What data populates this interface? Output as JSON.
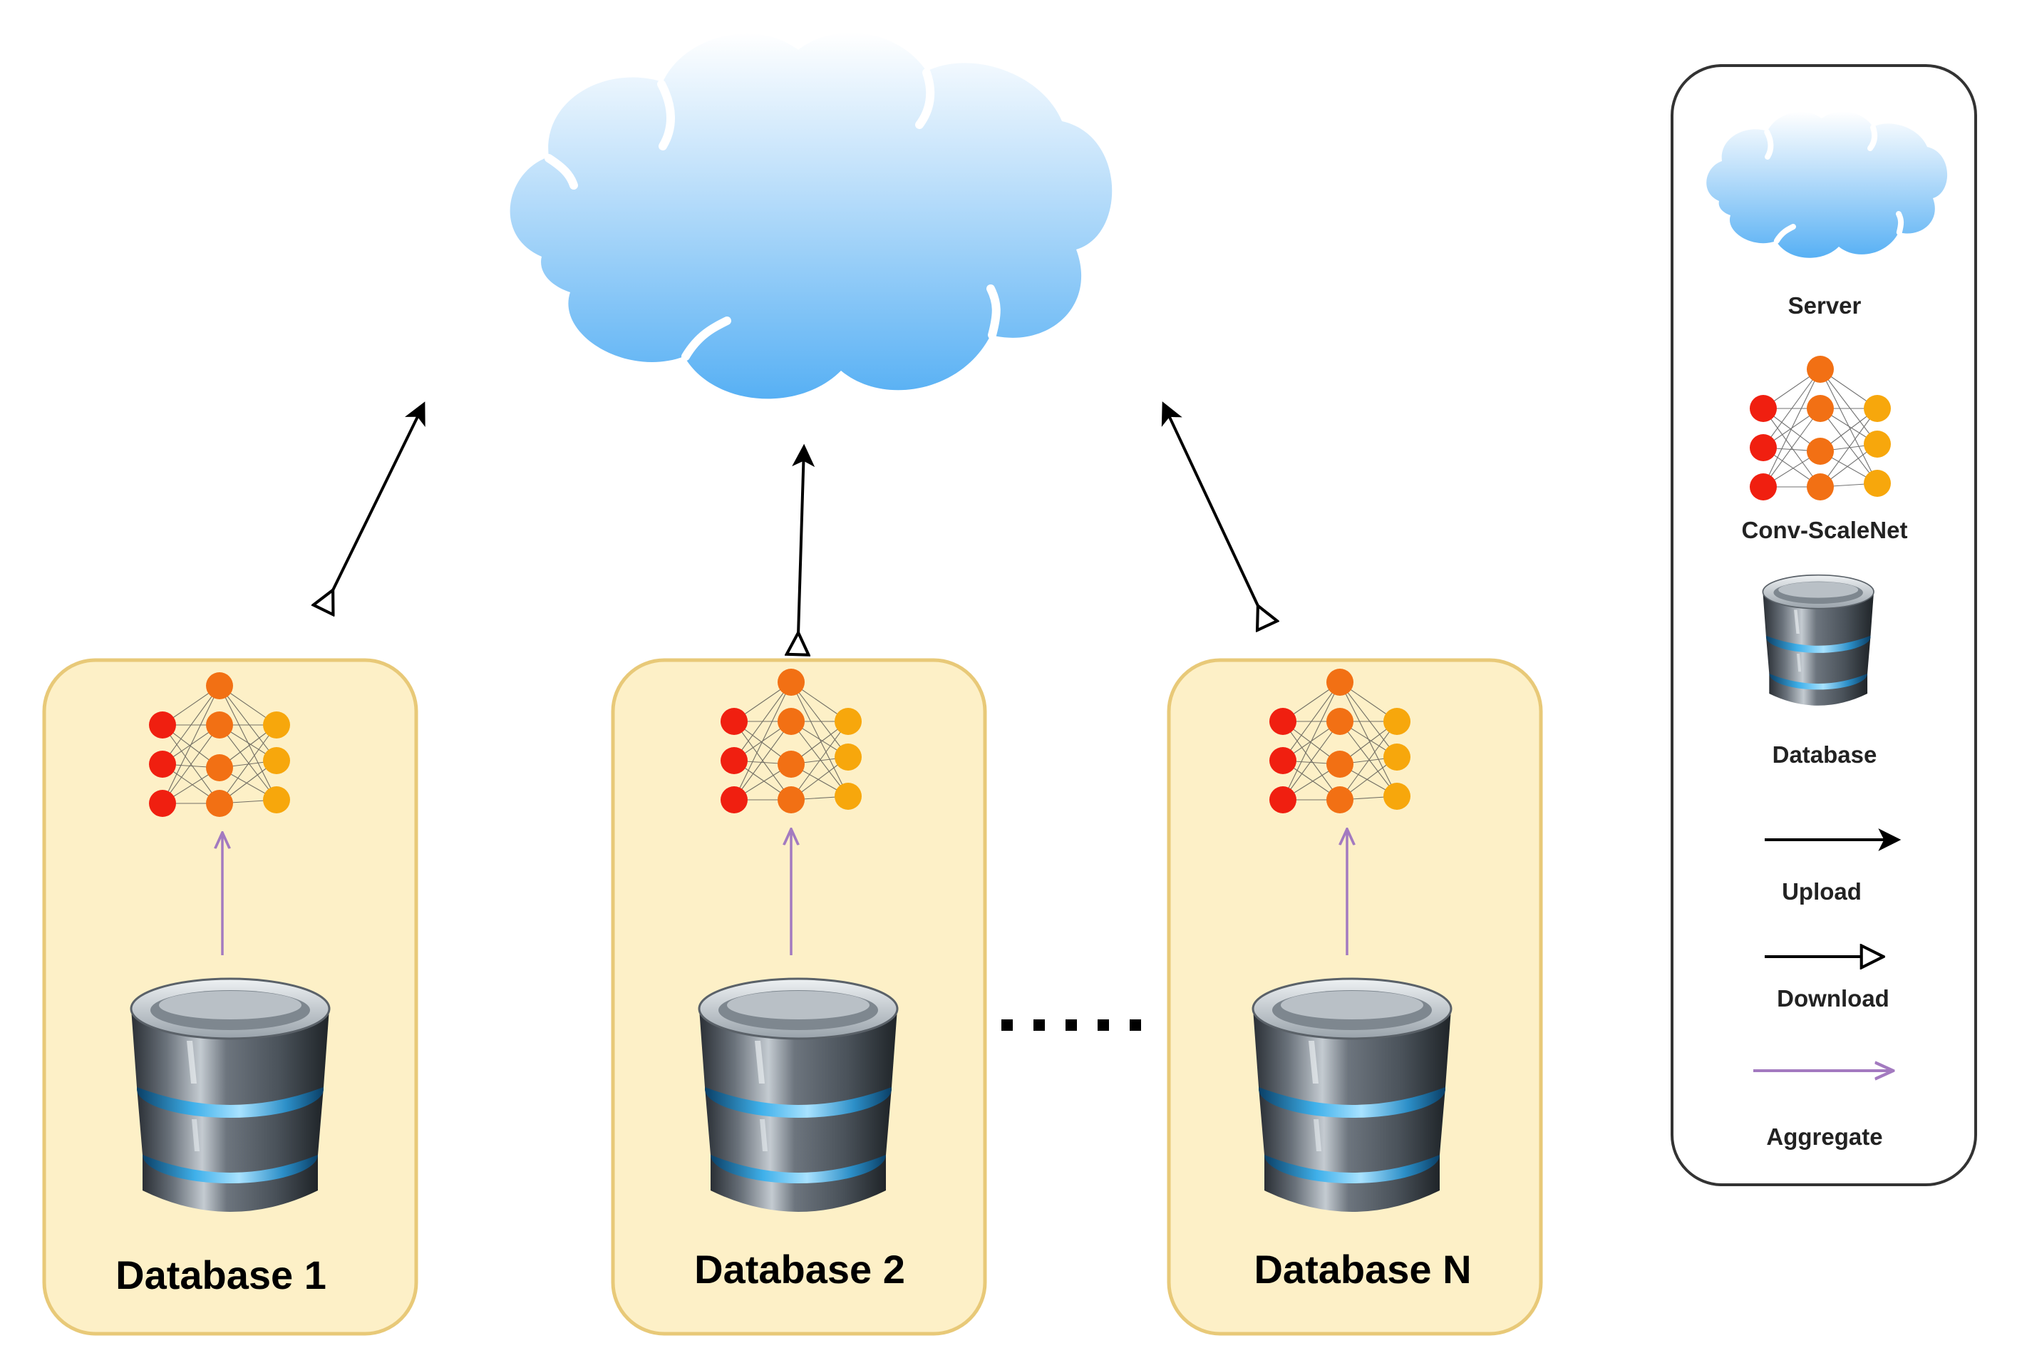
{
  "databases": [
    {
      "title": "Database 1"
    },
    {
      "title": "Database 2"
    },
    {
      "title": "Database N"
    }
  ],
  "ellipsis": ".....",
  "legend": {
    "server": "Server",
    "model": "Conv-ScaleNet",
    "database": "Database",
    "upload": "Upload",
    "download": "Download",
    "aggregate": "Aggregate"
  },
  "colors": {
    "panel_fill": "#fdf0c7",
    "panel_stroke": "#e8c978",
    "cloud_top": "#e6f3ff",
    "cloud_bottom": "#5db4f5",
    "node_input": "#f01f10",
    "node_hidden": "#f27014",
    "node_output": "#f7a70c",
    "aggregate_arrow": "#a37ac0",
    "upload_arrow": "#000000"
  }
}
